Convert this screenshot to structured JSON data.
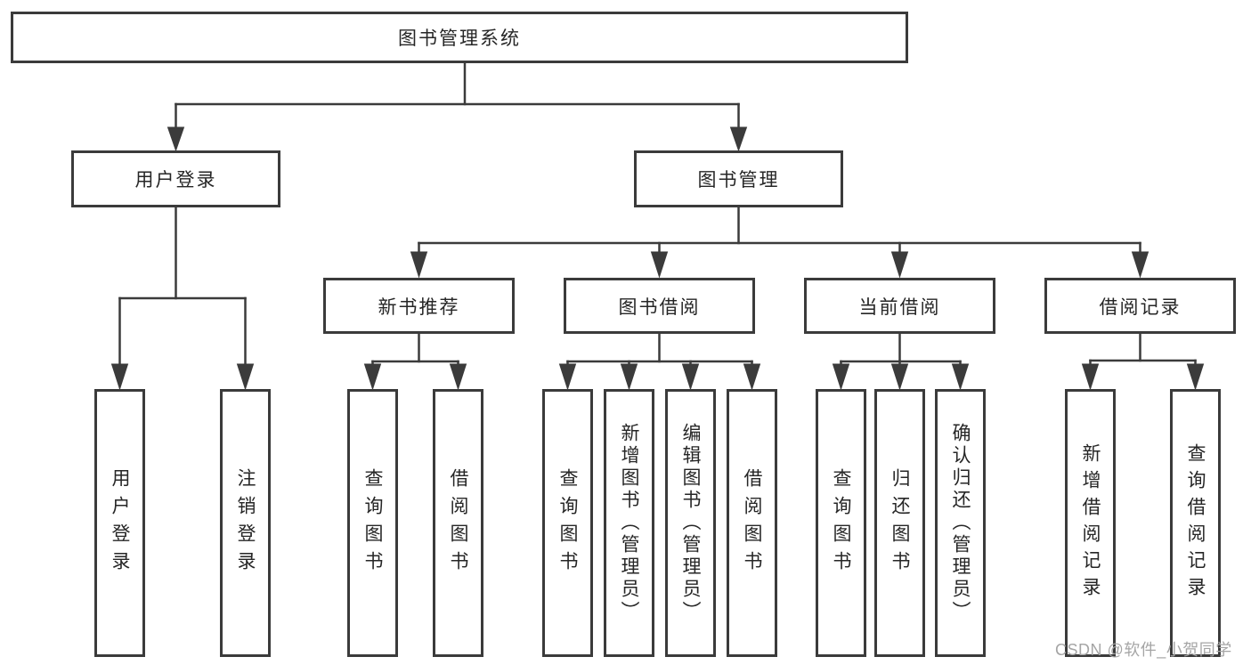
{
  "diagram": {
    "root": {
      "label": "图书管理系统",
      "children": [
        {
          "label": "用户登录",
          "children": [
            {
              "label": "用户登录"
            },
            {
              "label": "注销登录"
            }
          ]
        },
        {
          "label": "图书管理",
          "children": [
            {
              "label": "新书推荐",
              "children": [
                {
                  "label": "查询图书"
                },
                {
                  "label": "借阅图书"
                }
              ]
            },
            {
              "label": "图书借阅",
              "children": [
                {
                  "label": "查询图书"
                },
                {
                  "label": "新增图书（管理员）"
                },
                {
                  "label": "编辑图书（管理员）"
                },
                {
                  "label": "借阅图书"
                }
              ]
            },
            {
              "label": "当前借阅",
              "children": [
                {
                  "label": "查询图书"
                },
                {
                  "label": "归还图书"
                },
                {
                  "label": "确认归还（管理员）"
                }
              ]
            },
            {
              "label": "借阅记录",
              "children": [
                {
                  "label": "新增借阅记录"
                },
                {
                  "label": "查询借阅记录"
                }
              ]
            }
          ]
        }
      ]
    }
  },
  "watermark": {
    "text": "CSDN @软件_小贺同学"
  },
  "colors": {
    "line": "#3b3b3b",
    "box_border": "#3b3b3b",
    "text": "#262626",
    "watermark": "#a5a5a5",
    "background": "#ffffff"
  }
}
